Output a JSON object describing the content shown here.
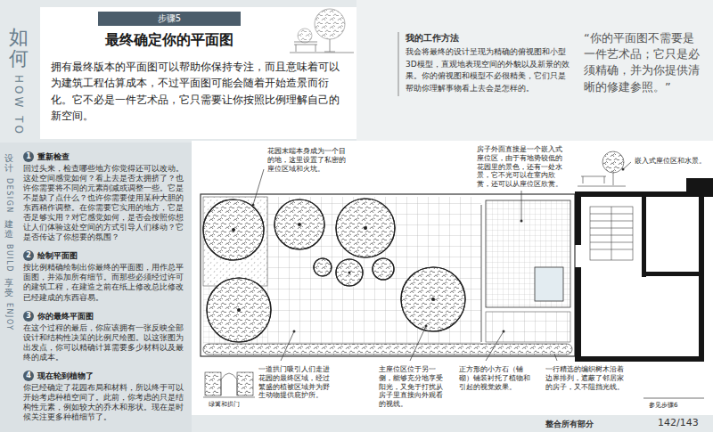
{
  "diagram": {
    "title": "最终确定你的平面图",
    "nodes": [
      {
        "text": [
          "拥有最终版本的平面图可以帮助你保持专注，而且意味着可以为建筑工程估算成本，不过平面图可能会随着开始造景而衍化。它不必是一件艺术品，它只需要让你按照比例理解自己的新空间。"
        ]
      },
      {
        "text": [
          "步骤5"
        ],
        "in": 0
      },
      {
        "text": [
          "设计",
          "DESIGN",
          "建造",
          "BUILD",
          "享受",
          "ENJOY"
        ]
      },
      {
        "text": [
          "重新检查",
          "回过头来，检查哪些地方你觉得还可以改动。这处空间感觉如何？看上去是否太拥挤了？也许你需要将不同的元素削减或调整一些。它是不是缺了点什么？也许你需要使用某种大胆的东西稍作调整。在你需要它实用的地方，它是否足够实用？对它感觉如何，是否会按照你想让人们体验这处空间的方式引导人们移动？它是否传达了你想要的氛围？"
        ],
        "in": 2
      },
      {
        "text": [
          "1"
        ],
        "in": 3
      },
      {
        "text": [
          "绘制平面图",
          "按比例精确绘制出你最终的平面图，用作总平面图，并添加所有细节。而那些必须经过许可的建筑工程，在建造之前在纸上修改总比修改已经建成的东西容易。"
        ],
        "in": 2
      },
      {
        "text": [
          "2"
        ],
        "in": 5
      },
      {
        "text": [
          "你的最终平面图",
          "在这个过程的最后，你应该拥有一张反映全部设计和结构性决策的比例尺绘图。以这张图为出发点，你可以精确计算需要多少材料以及最终的成本。"
        ],
        "in": 2
      },
      {
        "text": [
          "3"
        ],
        "in": 7
      },
      {
        "text": [
          "现在轮到植物了",
          "你已经确定了花园布局和材料，所以终于可以开始考虑种植空间了。此前，你考虑的只是结构性元素，例如较大的乔木和形状。现在是时候关注更多种植细节了。"
        ],
        "in": 2
      },
      {
        "text": [
          "4"
        ],
        "in": 9
      }
    ],
    "labels": [
      "如何",
      "HOW TO",
      "我的工作方法",
      "我会将最终的设计呈现为精确的俯视图和小型3D模型，直观地表现空间的外貌以及新景的效果。你的俯视图和模型不必很精美，它们只是帮助你理解事物看上去会是怎样的。",
      "“你的平面图不需要是一件艺术品；它只是必须精确，并为你提供清晰的修建参照。”",
      "花园末端本身成为一个目的地，这里设置了私密的座位区域和火坑。",
      "房子外面直接是一个嵌入式座位区，由于有地势较低的花园里的景色，还有一处水景，它不光可以在室内欣赏，还可以从座位区欣赏。",
      "嵌入式座位区和水景。",
      "一道拱门吸引人们走进花园的最终区域，经过繁盛的植被区域并为野生动物提供庇护所。",
      "主座位区位于另一侧，能够充分地享受阳光，又免于打扰从房子里直接向外观看的视线。",
      "正方形的小方石（铺砌）铺装衬托了植物和引起的视觉效果。",
      "一行精选的编织树木沿着边界排列，遮蔽了邻居家的房子，又不阻挡光线。",
      "绿篱和拱门",
      "参见步骤6",
      "整合所有部分",
      "142/143"
    ]
  }
}
